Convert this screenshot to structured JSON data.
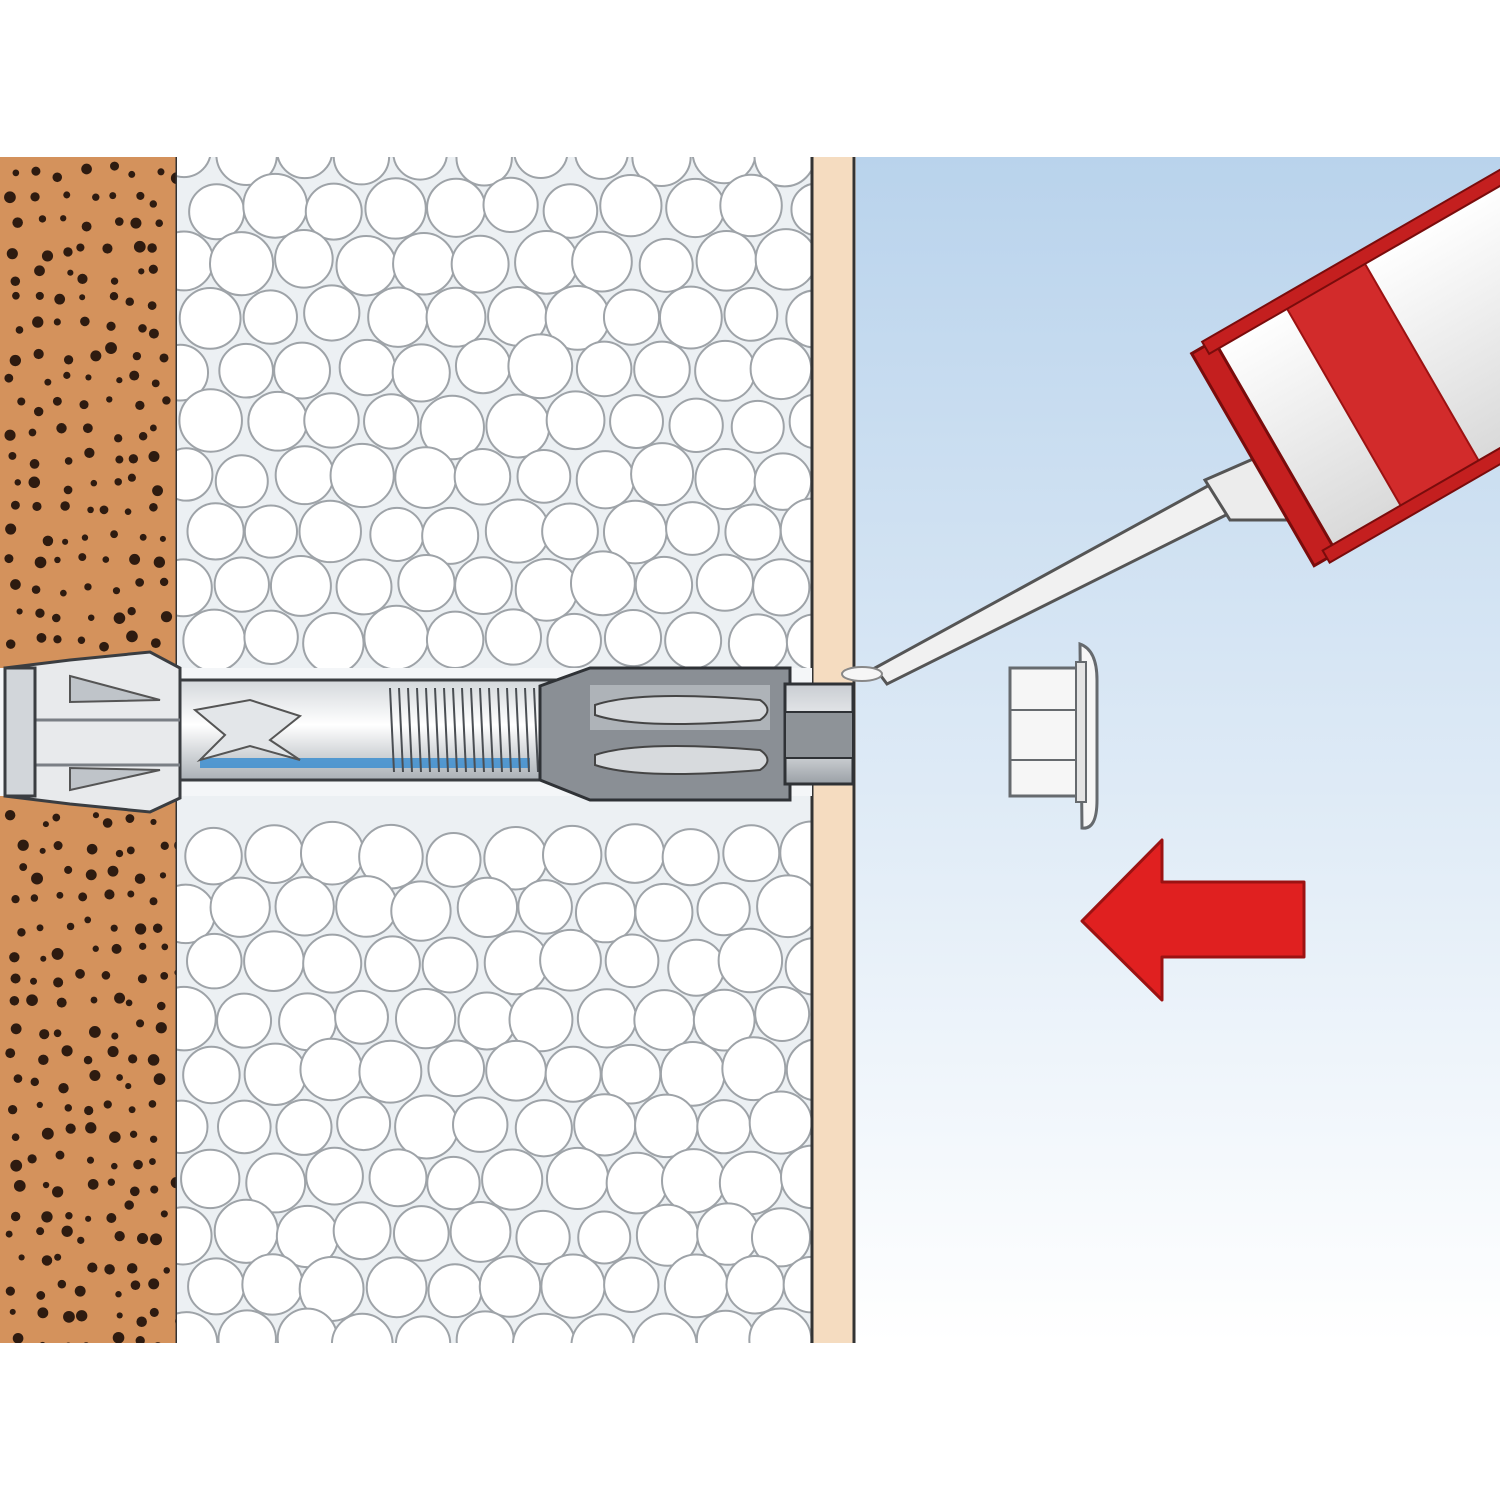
{
  "scene": {
    "background": "#ffffff",
    "layers": [
      {
        "id": "masonry",
        "fill": "#d4925c",
        "dot_color": "#2e1b10"
      },
      {
        "id": "insulation",
        "fill": "#ecf0f3",
        "bead_fill": "#ffffff",
        "bead_stroke": "#9ea3a8"
      },
      {
        "id": "render",
        "fill": "#f5dcc0"
      },
      {
        "id": "air",
        "gradient": [
          "#b9d3ec",
          "#ffffff"
        ]
      }
    ],
    "components": [
      {
        "id": "anchor",
        "parts": [
          "expansion-sleeve",
          "threaded-rod",
          "anchor-head"
        ],
        "colors": {
          "light": "#ebedef",
          "mid": "#c6cacf",
          "dark": "#7a7f85",
          "outline": "#3a3d41",
          "accent": "#3d8ed0"
        }
      },
      {
        "id": "sealant-cartridge",
        "colors": {
          "tube": "#ffffff",
          "band": "#d22b2b",
          "band_dark": "#9c1212",
          "nozzle": "#eeeeee"
        }
      },
      {
        "id": "cover-cap",
        "colors": {
          "fill": "#f6f6f6",
          "outline": "#666a6e"
        }
      },
      {
        "id": "direction-arrow",
        "direction": "left",
        "colors": {
          "fill": "#e02020",
          "outline": "#9c1212"
        }
      }
    ]
  }
}
